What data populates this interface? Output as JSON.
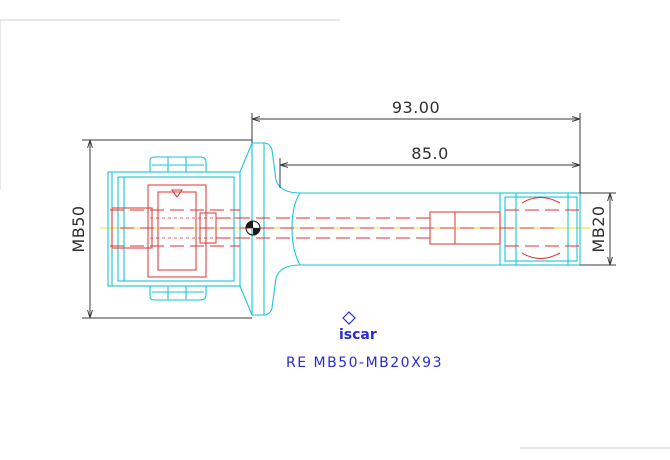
{
  "dimensions": {
    "overall_length": "93.00",
    "shank_length": "85.0",
    "left_diameter": "MB50",
    "right_diameter": "MB20"
  },
  "logo": {
    "text": "iscar"
  },
  "caption": {
    "part_number": "RE MB50-MB20X93"
  },
  "colors": {
    "outline": "#19c6d9",
    "hidden_lines": "#e23030",
    "center_line": "#e8e020",
    "dimension_lines": "#3a3a3a",
    "caption": "#2b2bd6"
  }
}
